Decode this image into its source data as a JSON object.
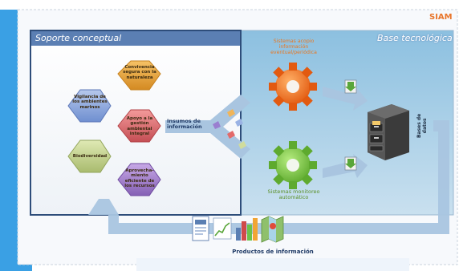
{
  "header": {
    "brand": "SIAM"
  },
  "left_panel": {
    "title": "Soporte conceptual"
  },
  "right_panel": {
    "title": "Base tecnológica"
  },
  "hexagons": [
    {
      "label": "Convivencia segura con la naturaleza"
    },
    {
      "label": "Vigilancia de los ambientes marinos"
    },
    {
      "label": "Apoyo a la gestión ambiental integral"
    },
    {
      "label": "Biodiversidad"
    },
    {
      "label": "Aprovecha-miento eficiente de los recursos"
    }
  ],
  "inputs_label": "Insumos de información",
  "process_top": "Sistemas acopio información eventual/periódica",
  "process_bottom": "Sistemas monitoreo automático",
  "database_label": "Bases de datos",
  "products_label": "Productos de información",
  "colors": {
    "panel_blue": "#5b7fb3",
    "right_bg": "#8fb8d4",
    "orange": "#ef6c1b",
    "green": "#6cc24a",
    "arrow": "#a9c5e0"
  }
}
